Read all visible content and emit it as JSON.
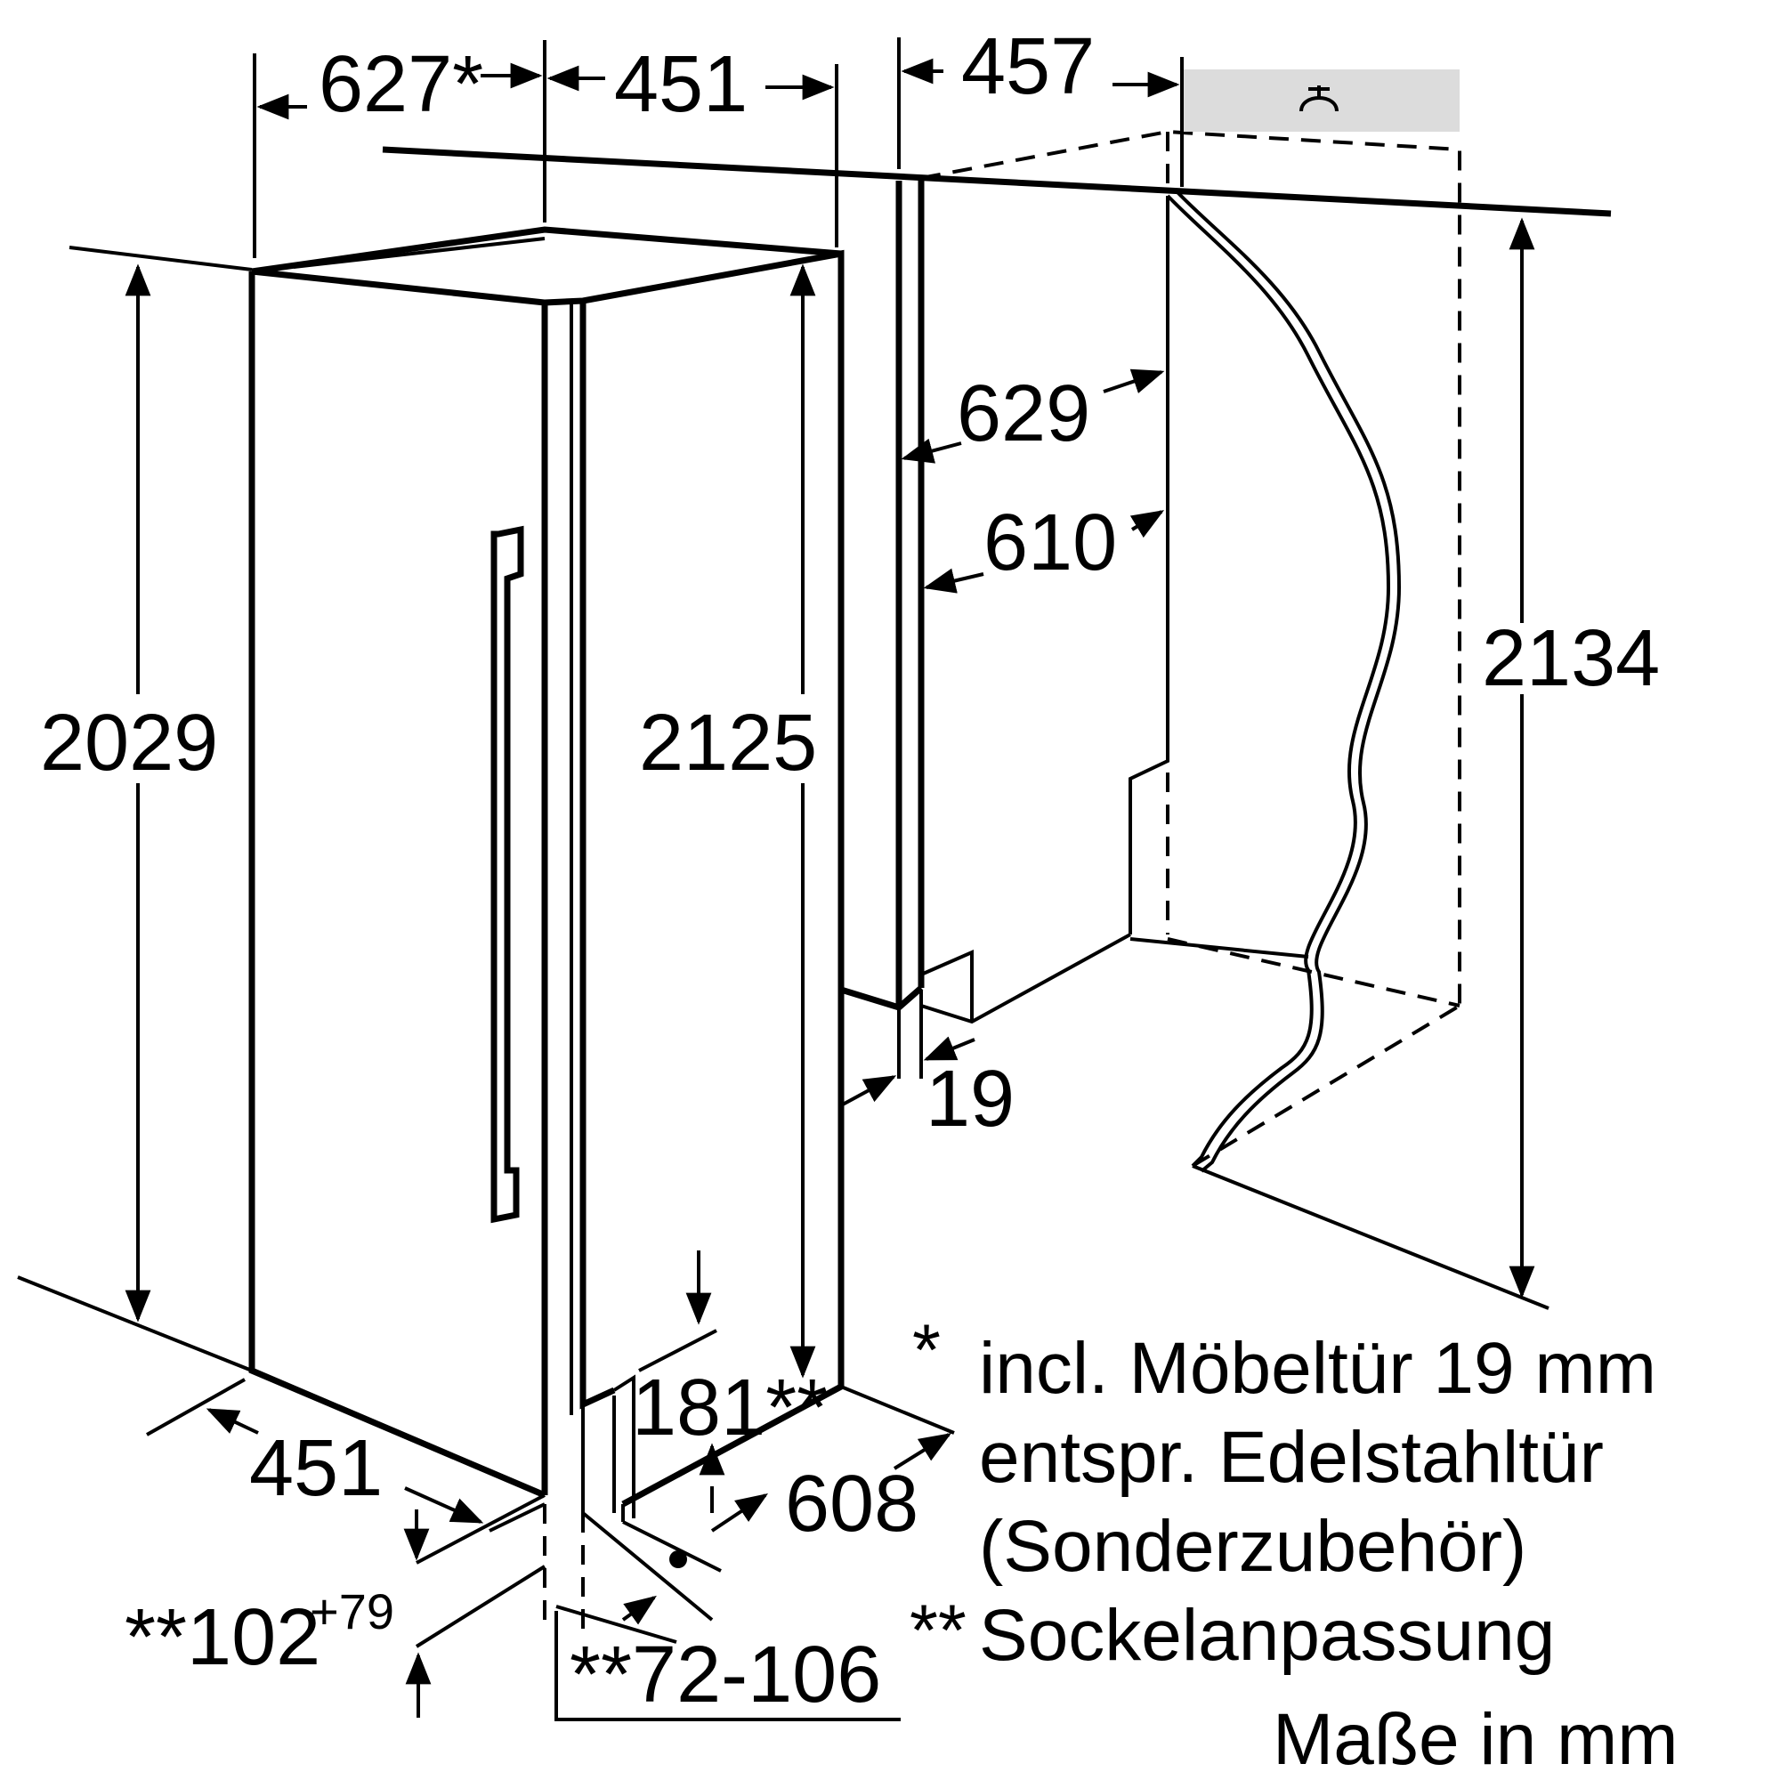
{
  "dimensions": {
    "top_depth_with_door": "627*",
    "top_width": "451",
    "niche_width": "457",
    "appliance_height": "2029",
    "height_with_door": "2125",
    "niche_height": "2134",
    "niche_depth_outer": "629",
    "niche_depth_inner": "610",
    "door_thickness": "19",
    "bottom_width": "451",
    "plinth_height_vent": "181**",
    "bottom_depth": "608",
    "plinth_height_base": "**102",
    "plinth_height_sup": "+79",
    "plinth_range": "**72-106"
  },
  "legend": {
    "star1_mark": "*",
    "star1_line1": "incl. Möbeltür 19 mm",
    "star1_line2": "entspr. Edelstahltür",
    "star1_line3": "(Sonderzubehör)",
    "star2_mark": "**",
    "star2_text": "Sockelanpassung"
  },
  "units_note": "Maße in mm",
  "icons": {
    "socket": "power-socket-icon",
    "vent": "ventilation-dot-icon"
  }
}
